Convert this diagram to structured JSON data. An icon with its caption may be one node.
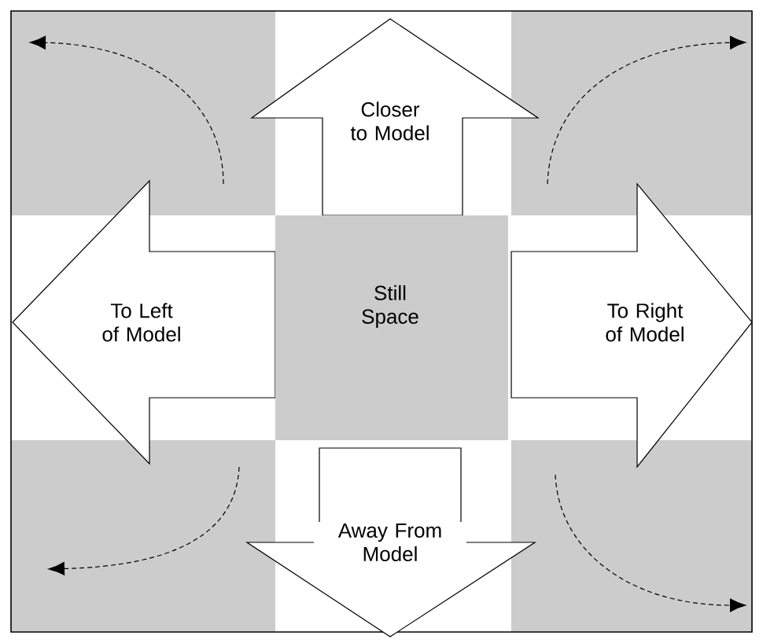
{
  "diagram": {
    "nodes": [
      {
        "text": [
          "Closer to Model"
        ]
      },
      {
        "text": [
          "To Left of Model"
        ]
      },
      {
        "text": [
          "Still Space"
        ]
      },
      {
        "text": [
          "To Right of Model"
        ]
      },
      {
        "text": [
          "Away From Model"
        ]
      }
    ]
  }
}
